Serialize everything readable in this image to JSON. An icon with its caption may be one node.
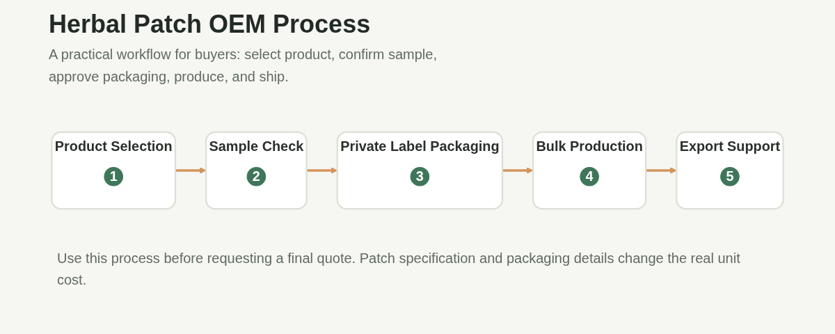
{
  "diagram": {
    "title": "Herbal Patch OEM Process",
    "caption": "Use this process before requesting a final quote. Patch specification and packaging details change the real unit cost.",
    "nodes": [
      {
        "text": [
          "Product Selection"
        ]
      },
      {
        "text": [
          "1"
        ],
        "in": 0
      },
      {
        "text": [
          "Sample Check"
        ]
      },
      {
        "text": [
          "2"
        ],
        "in": 2
      },
      {
        "text": [
          "Private Label Packaging"
        ]
      },
      {
        "text": [
          "3"
        ],
        "in": 4
      },
      {
        "text": [
          "Bulk Production"
        ]
      },
      {
        "text": [
          "4"
        ],
        "in": 6
      },
      {
        "text": [
          "Export Support"
        ]
      },
      {
        "text": [
          "5"
        ],
        "in": 8
      }
    ],
    "edges": [
      {
        "from": 0,
        "to": 2,
        "arrow": "to"
      },
      {
        "from": 2,
        "to": 4,
        "arrow": "to"
      },
      {
        "from": 4,
        "to": 6,
        "arrow": "to"
      },
      {
        "from": 6,
        "to": 8,
        "arrow": "to"
      }
    ],
    "labels": [
      "A practical workflow for buyers: select product, confirm sample, approve packaging, produce, and ship."
    ]
  }
}
